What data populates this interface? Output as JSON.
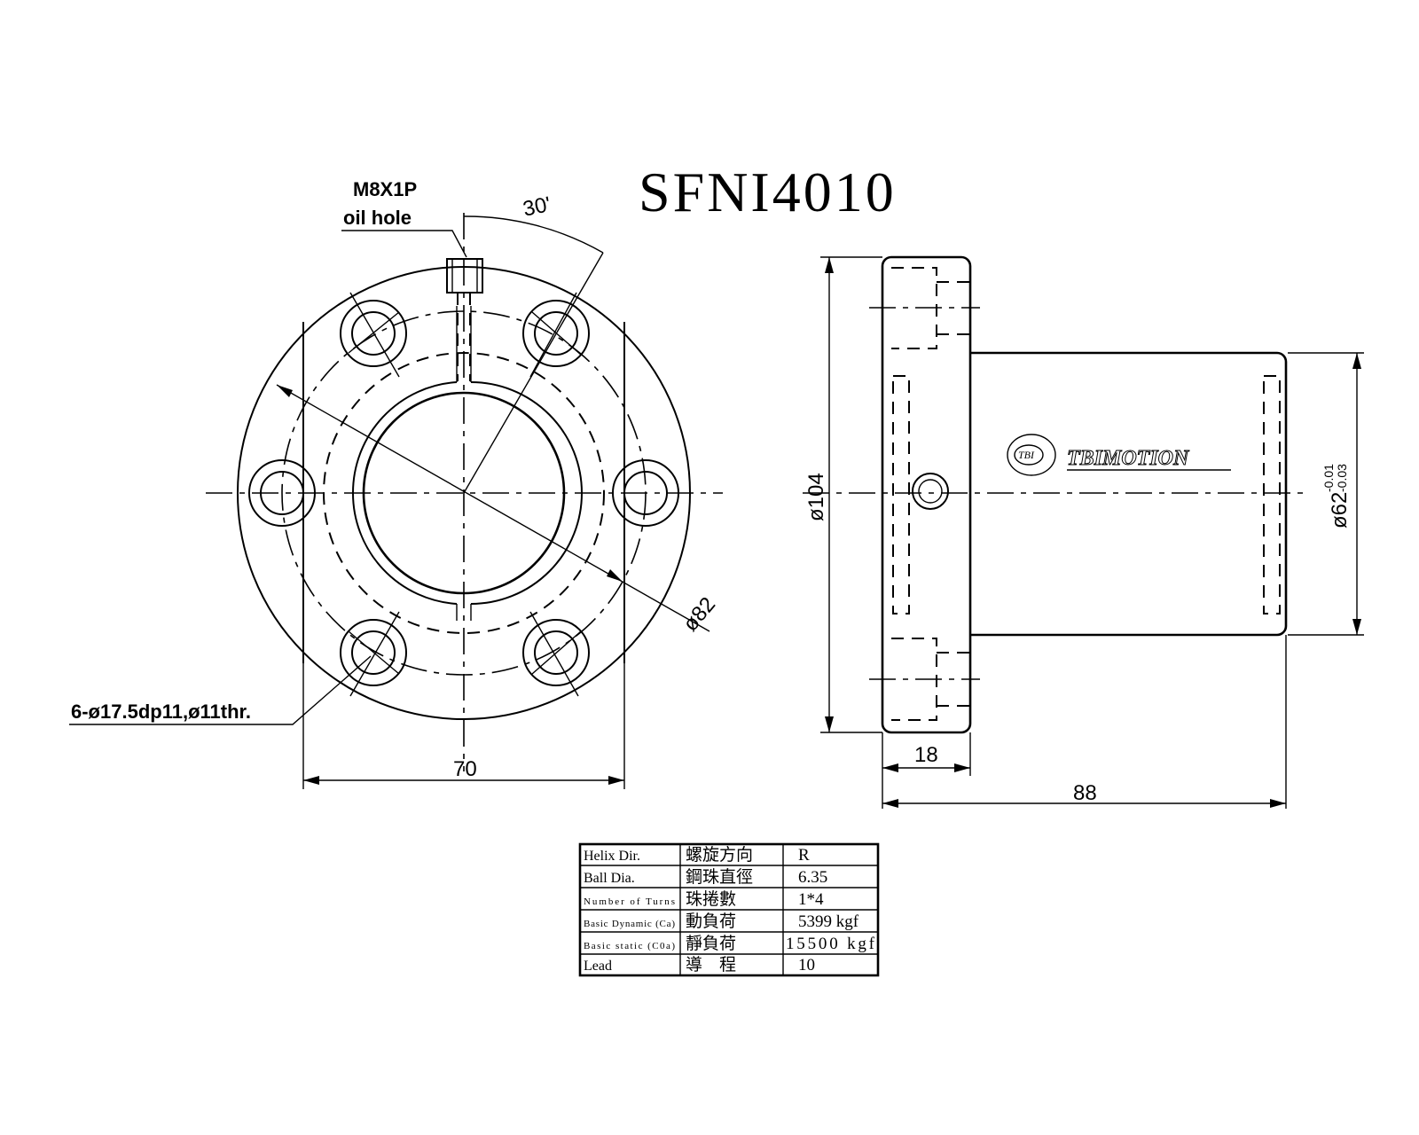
{
  "title": "SFNI4010",
  "front_view": {
    "oil_hole_thread": "M8X1P",
    "oil_hole_label": "oil hole",
    "angle": "30'",
    "pitch_circle_dia": "ø82",
    "hole_note": "6-ø17.5dp11,ø11thr.",
    "flat_width": "70"
  },
  "side_view": {
    "flange_dia": "ø104",
    "body_dia": "ø62",
    "body_tol_upper": "-0.01",
    "body_tol_lower": "-0.03",
    "flange_thickness": "18",
    "overall_length": "88",
    "logo_mark": "TBI",
    "logo_text": "TBIMOTION"
  },
  "spec_table": {
    "rows": [
      {
        "en": "Helix Dir.",
        "zh": "螺旋方向",
        "value": "R"
      },
      {
        "en": "Ball Dia.",
        "zh": "鋼珠直徑",
        "value": "6.35"
      },
      {
        "en": "Number of Turns",
        "zh": "珠捲數",
        "value": "1*4"
      },
      {
        "en": "Basic Dynamic (Ca)",
        "zh": "動負荷",
        "value": "5399 kgf"
      },
      {
        "en": "Basic static (C0a)",
        "zh": "靜負荷",
        "value": "15500 kgf"
      },
      {
        "en": "Lead",
        "zh": "導　程",
        "value": "10"
      }
    ]
  }
}
